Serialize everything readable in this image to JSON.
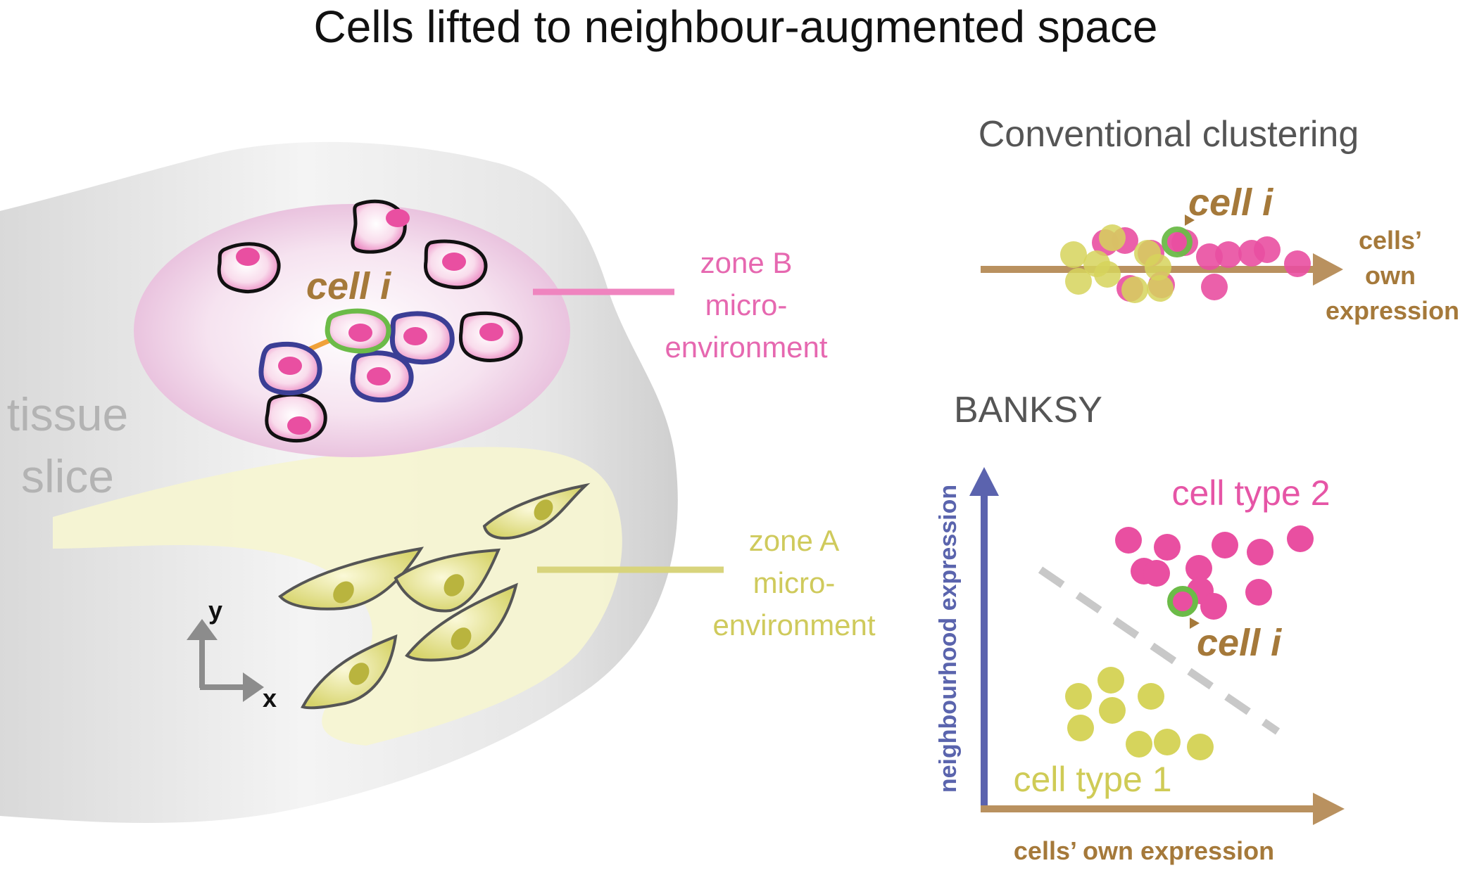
{
  "title": "Cells lifted to neighbour-augmented space",
  "tissue": {
    "label_line1": "tissue",
    "label_line2": "slice",
    "zone_b": {
      "line1": "zone B",
      "line2": "micro-",
      "line3": "environment"
    },
    "zone_a": {
      "line1": "zone A",
      "line2": "micro-",
      "line3": "environment"
    },
    "cell_i": "cell i",
    "axes": {
      "x": "x",
      "y": "y"
    }
  },
  "conventional": {
    "heading": "Conventional clustering",
    "cell_i": "cell i",
    "axis_line1": "cells’",
    "axis_line2": "own",
    "axis_line3": "expression"
  },
  "banksy": {
    "heading": "BANKSY",
    "cell_type_2": "cell type 2",
    "cell_type_1": "cell type 1",
    "cell_i": "cell i",
    "x_axis_label": "cells’ own expression",
    "y_axis_label": "neighbourhood expression"
  },
  "colors": {
    "pink": "#e94fa1",
    "yellow": "#d6d45c",
    "green_ring": "#6cbb48",
    "blue_outline": "#3b3e95",
    "brown_arrow": "#b9915f",
    "blue_arrow": "#5b63ae",
    "grey_arrow": "#8c8c8c"
  }
}
